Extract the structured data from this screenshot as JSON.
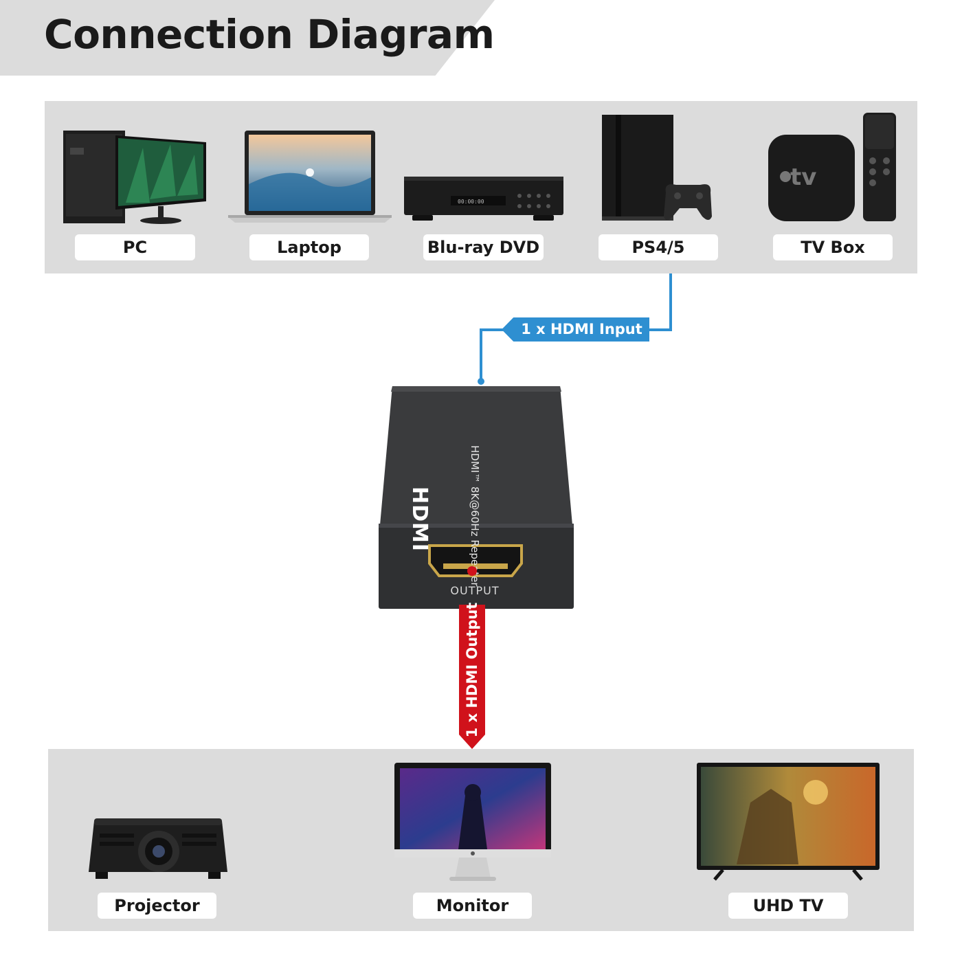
{
  "title": "Connection Diagram",
  "sources": [
    {
      "label": "PC",
      "icon": "pc-monitor-icon"
    },
    {
      "label": "Laptop",
      "icon": "laptop-icon"
    },
    {
      "label": "Blu-ray DVD",
      "icon": "bluray-player-icon"
    },
    {
      "label": "PS4/5",
      "icon": "game-console-icon"
    },
    {
      "label": "TV Box",
      "icon": "tv-box-icon"
    }
  ],
  "input_tag": "1 x HDMI Input",
  "output_tag": "1 x HDMI Output",
  "device": {
    "side_text": "HDMI™ 8K@60Hz Repeater",
    "logo": "HDMI",
    "port_label": "OUTPUT"
  },
  "sinks": [
    {
      "label": "Projector",
      "icon": "projector-icon"
    },
    {
      "label": "Monitor",
      "icon": "monitor-icon"
    },
    {
      "label": "UHD TV",
      "icon": "tv-icon"
    }
  ],
  "colors": {
    "input_line": "#2e8fd1",
    "output_line": "#d0121b",
    "panel": "#dcdcdc"
  }
}
